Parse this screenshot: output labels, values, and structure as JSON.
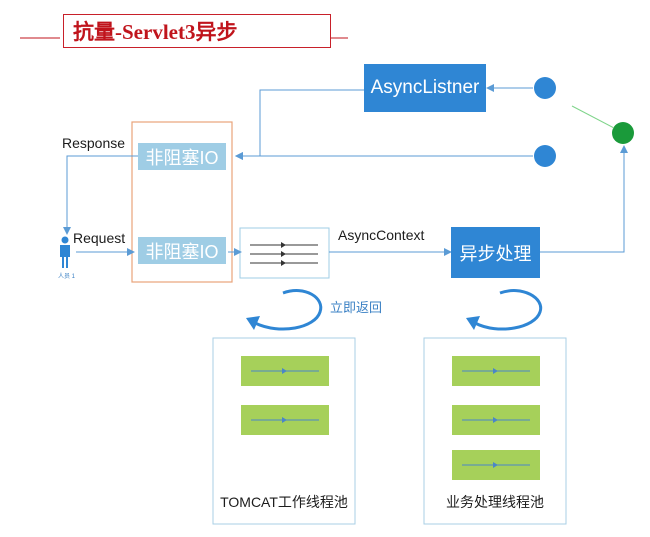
{
  "title": "抗量-Servlet3异步",
  "boxes": {
    "async_listener": "AsyncListner",
    "nonblocking_response": "非阻塞IO",
    "nonblocking_request": "非阻塞IO",
    "async_processing": "异步处理"
  },
  "labels": {
    "response": "Response",
    "request": "Request",
    "async_context": "AsyncContext",
    "return_immediately": "立即返回",
    "person": "人员 1"
  },
  "pools": {
    "tomcat": "TOMCAT工作线程池",
    "business": "业务处理线程池"
  },
  "colors": {
    "accent_blue": "#2f86d4",
    "pale_blue": "#9fcde5",
    "circle_blue": "#2f86d4",
    "circle_green": "#1a9a3a",
    "task_green": "#a6d05a",
    "title_red": "#c0141c",
    "group_border": "#e8a47a"
  }
}
